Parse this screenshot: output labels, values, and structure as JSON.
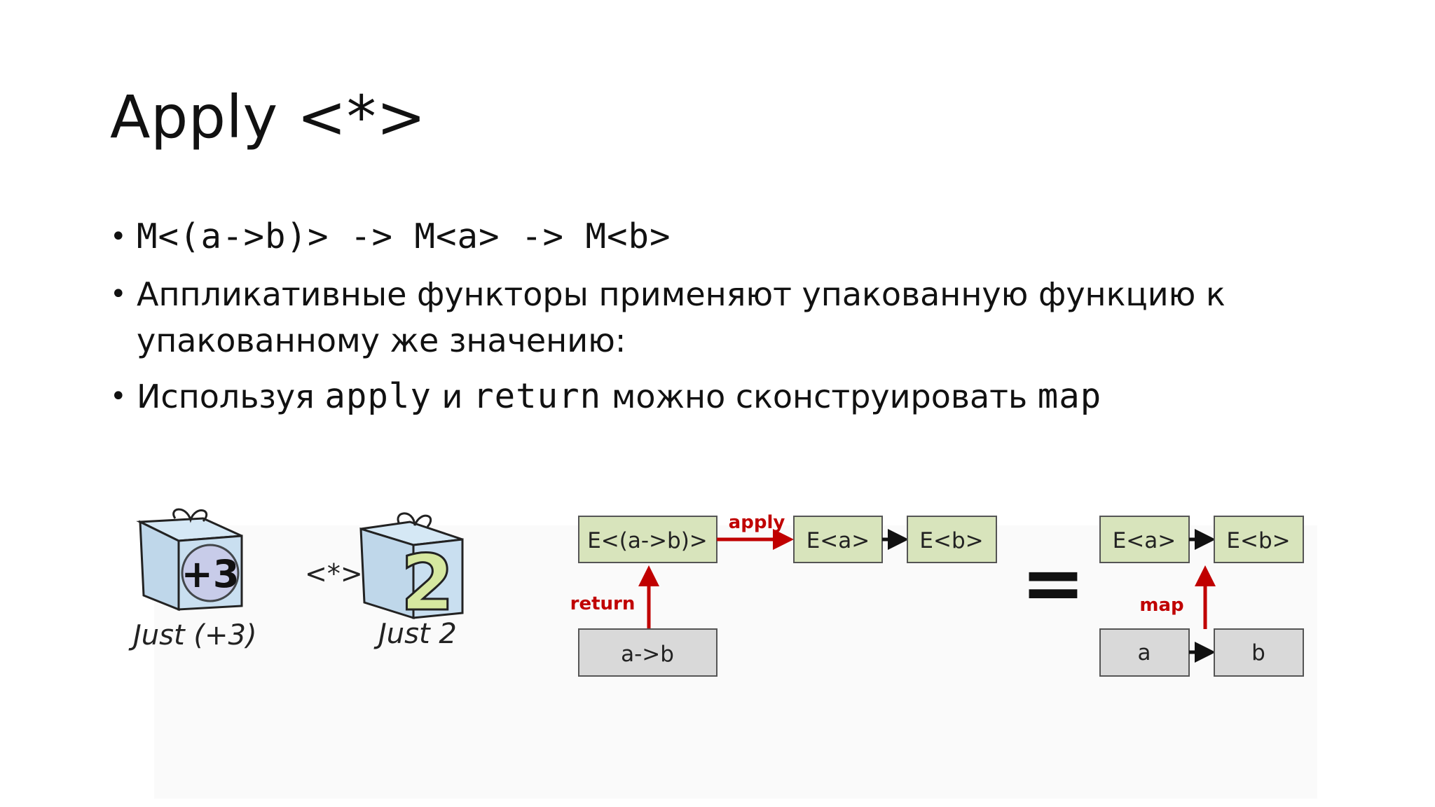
{
  "slide": {
    "title": "Apply <*>",
    "bullets": [
      {
        "parts": [
          {
            "text": "M<(a->b)> -> M<a> -> M<b>",
            "mono": true
          }
        ]
      },
      {
        "text": "Аппликативные функторы применяют упакованную функцию к упакованному же значению:"
      },
      {
        "parts": [
          {
            "text": "Используя ",
            "mono": false
          },
          {
            "text": "apply",
            "mono": true
          },
          {
            "text": " и ",
            "mono": false
          },
          {
            "text": "return",
            "mono": true
          },
          {
            "text": " можно сконструировать ",
            "mono": false
          },
          {
            "text": "map",
            "mono": true
          }
        ]
      }
    ]
  },
  "gifts": {
    "left_box_content": "+3",
    "left_caption": "Just (+3)",
    "operator": "<*>",
    "right_box_content": "2",
    "right_caption": "Just 2"
  },
  "diagram": {
    "box_func": "E<(a->b)>",
    "box_ea": "E<a>",
    "box_eb": "E<b>",
    "box_ab": "a->b",
    "label_apply": "apply",
    "label_return": "return",
    "equals": "=",
    "right_ea": "E<a>",
    "right_eb": "E<b>",
    "right_a": "a",
    "right_b": "b",
    "label_map": "map"
  },
  "colors": {
    "green_box": "#d8e4bc",
    "gray_box": "#d9d9d9",
    "red_arrow": "#c00000"
  }
}
